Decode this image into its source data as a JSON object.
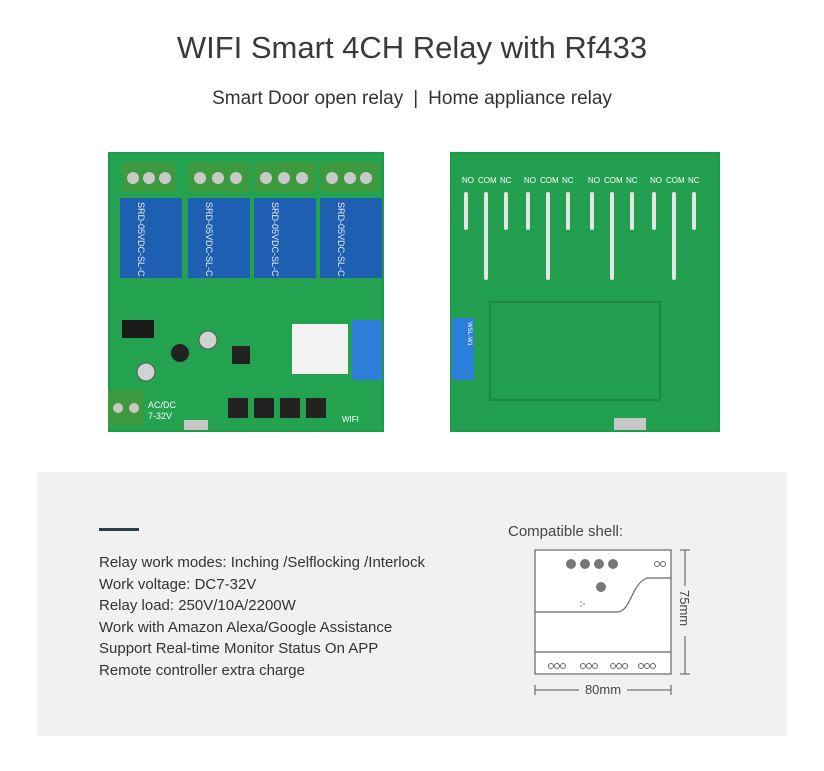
{
  "header": {
    "title": "WIFI Smart 4CH Relay with Rf433",
    "subtitle_left": "Smart Door open relay",
    "subtitle_separator": "|",
    "subtitle_right": "Home appliance relay"
  },
  "front_board": {
    "relay_labels": [
      "SRD-05VDC-SL-C",
      "SRD-05VDC-SL-C",
      "SRD-05VDC-SL-C",
      "SRD-05VDC-SL-C"
    ],
    "power_label_line1": "AC/DC",
    "power_label_line2": "7-32V",
    "wifi_label": "WIFI",
    "colors": {
      "pcb": "#1f9e4c",
      "relay": "#1e5fb0",
      "terminal": "#3a9a3a"
    }
  },
  "back_board": {
    "contact_labels": [
      "NO",
      "COM",
      "NC"
    ],
    "module_label": "WSL-W1"
  },
  "specs": {
    "items": [
      "Relay work modes: Inching /Selflocking /Interlock",
      "Work voltage: DC7-32V",
      "Relay load: 250V/10A/2200W",
      "Work with Amazon Alexa/Google Assistance",
      "Support Real-time Monitor Status On APP",
      "Remote controller extra charge"
    ]
  },
  "compatible_shell": {
    "label": "Compatible shell:",
    "height_label": "75mm",
    "width_label": "80mm"
  }
}
